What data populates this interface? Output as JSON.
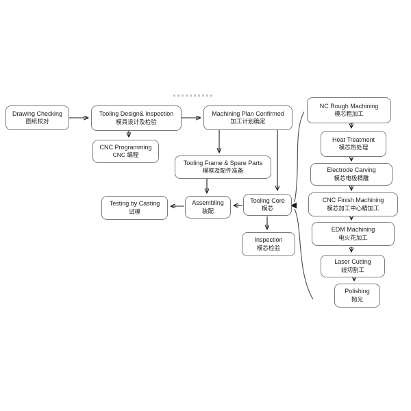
{
  "diagram": {
    "type": "flowchart",
    "colors": {
      "background": "#ffffff",
      "box_border": "#7b7b7b",
      "box_fill": "#ffffff",
      "text": "#1c1c1c",
      "arrow": "#1a1a1a"
    },
    "nodes": [
      {
        "id": "drawing-checking",
        "en": "Drawing Checking",
        "zh": "图纸校对"
      },
      {
        "id": "tooling-design",
        "en": "Tooling Design& Inspection",
        "zh": "模具设计及检验"
      },
      {
        "id": "cnc-programming",
        "en": "CNC Programming",
        "zh": "CNC 编程"
      },
      {
        "id": "machining-plan",
        "en": "Machining Plan Confirmed",
        "zh": "加工计划确定"
      },
      {
        "id": "tooling-frame",
        "en": "Tooling Frame & Spare Parts",
        "zh": "模框及配件准备"
      },
      {
        "id": "testing-casting",
        "en": "Testing by Casting",
        "zh": "试模"
      },
      {
        "id": "assembling",
        "en": "Assembling",
        "zh": "装配"
      },
      {
        "id": "tooling-core",
        "en": "Tooling Core",
        "zh": "模芯"
      },
      {
        "id": "inspection",
        "en": "Inspection",
        "zh": "模芯检验"
      },
      {
        "id": "nc-rough",
        "en": "NC Rough Machining",
        "zh": "模芯粗加工"
      },
      {
        "id": "heat-treatment",
        "en": "Heat Treatment",
        "zh": "模芯热处理"
      },
      {
        "id": "electrode-carving",
        "en": "Electrode Carving",
        "zh": "模芯电极精雕"
      },
      {
        "id": "cnc-finish",
        "en": "CNC Finish Machining",
        "zh": "模芯加工中心精加工"
      },
      {
        "id": "edm-machining",
        "en": "EDM Machining",
        "zh": "电火花加工"
      },
      {
        "id": "laser-cutting",
        "en": "Laser Cutting",
        "zh": "线切割工"
      },
      {
        "id": "polishing",
        "en": "Polishing",
        "zh": "抛光"
      }
    ],
    "edges": [
      {
        "from": "drawing-checking",
        "to": "tooling-design"
      },
      {
        "from": "tooling-design",
        "to": "machining-plan"
      },
      {
        "from": "tooling-design",
        "to": "cnc-programming"
      },
      {
        "from": "machining-plan",
        "to": "tooling-frame"
      },
      {
        "from": "machining-plan",
        "to": "tooling-core"
      },
      {
        "from": "tooling-frame",
        "to": "assembling"
      },
      {
        "from": "tooling-core",
        "to": "assembling"
      },
      {
        "from": "assembling",
        "to": "testing-casting"
      },
      {
        "from": "tooling-core",
        "to": "inspection"
      },
      {
        "from": "nc-rough",
        "to": "heat-treatment"
      },
      {
        "from": "heat-treatment",
        "to": "electrode-carving"
      },
      {
        "from": "electrode-carving",
        "to": "cnc-finish"
      },
      {
        "from": "cnc-finish",
        "to": "edm-machining"
      },
      {
        "from": "edm-machining",
        "to": "laser-cutting"
      },
      {
        "from": "laser-cutting",
        "to": "polishing"
      },
      {
        "from": "right-column-group-brace",
        "to": "tooling-core"
      }
    ]
  }
}
